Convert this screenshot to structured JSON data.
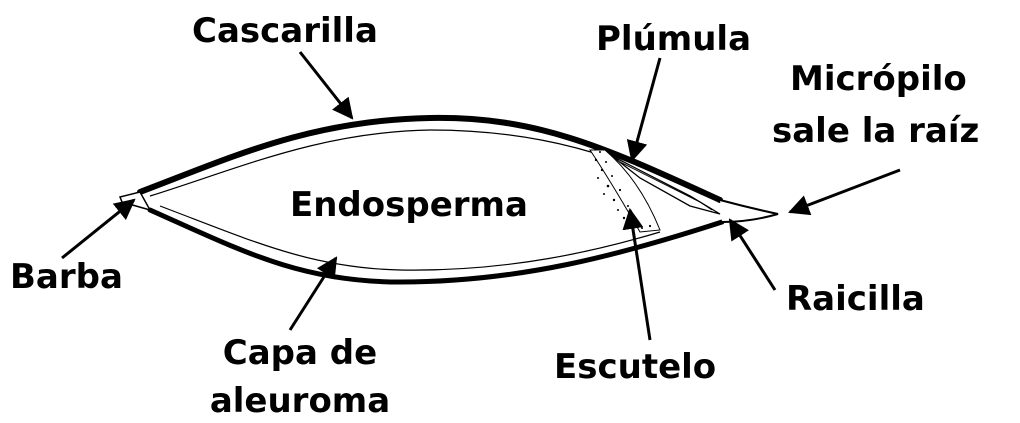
{
  "labels": {
    "cascarilla": "Cascarilla",
    "plumula": "Plúmula",
    "micropilo_line1": "Micrópilo",
    "micropilo_line2": "sale la raíz",
    "endosperma": "Endosperma",
    "barba": "Barba",
    "raicilla": "Raicilla",
    "capa_line1": "Capa de",
    "capa_line2": "aleuroma",
    "escutelo": "Escutelo"
  },
  "colors": {
    "ink": "#000000",
    "background": "#ffffff"
  }
}
